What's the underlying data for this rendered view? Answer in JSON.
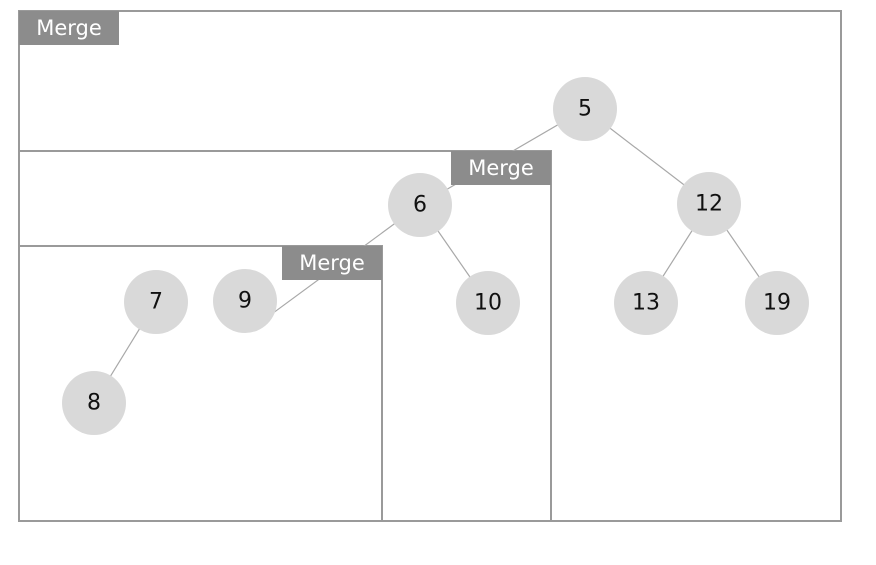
{
  "merge_labels": [
    "Merge",
    "Merge",
    "Merge"
  ],
  "nodes": [
    "5",
    "6",
    "12",
    "7",
    "9",
    "10",
    "13",
    "19",
    "8"
  ],
  "colors": {
    "node_fill": "#d9d9d9",
    "label_fill": "#8c8c8c",
    "border": "#9a9a9a",
    "edge": "#a8a8a8"
  }
}
